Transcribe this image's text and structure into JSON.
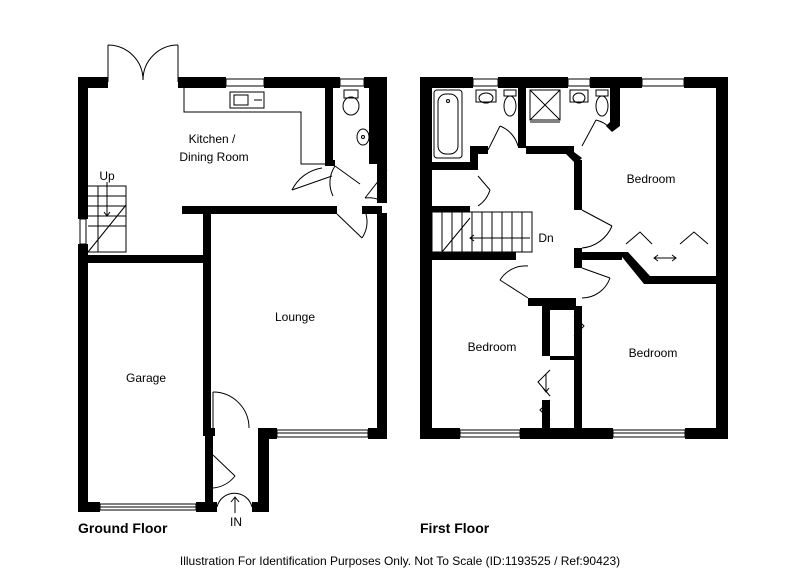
{
  "ground_floor": {
    "title": "Ground Floor",
    "rooms": {
      "kitchen_line1": "Kitchen /",
      "kitchen_line2": "Dining Room",
      "lounge": "Lounge",
      "garage": "Garage"
    },
    "stairs_label": "Up",
    "entrance_label": "IN"
  },
  "first_floor": {
    "title": "First Floor",
    "rooms": {
      "bedroom_main": "Bedroom",
      "bedroom_left": "Bedroom",
      "bedroom_right": "Bedroom"
    },
    "stairs_label": "Dn"
  },
  "disclaimer": "Illustration For Identification Purposes Only. Not To Scale (ID:1193525 / Ref:90423)"
}
